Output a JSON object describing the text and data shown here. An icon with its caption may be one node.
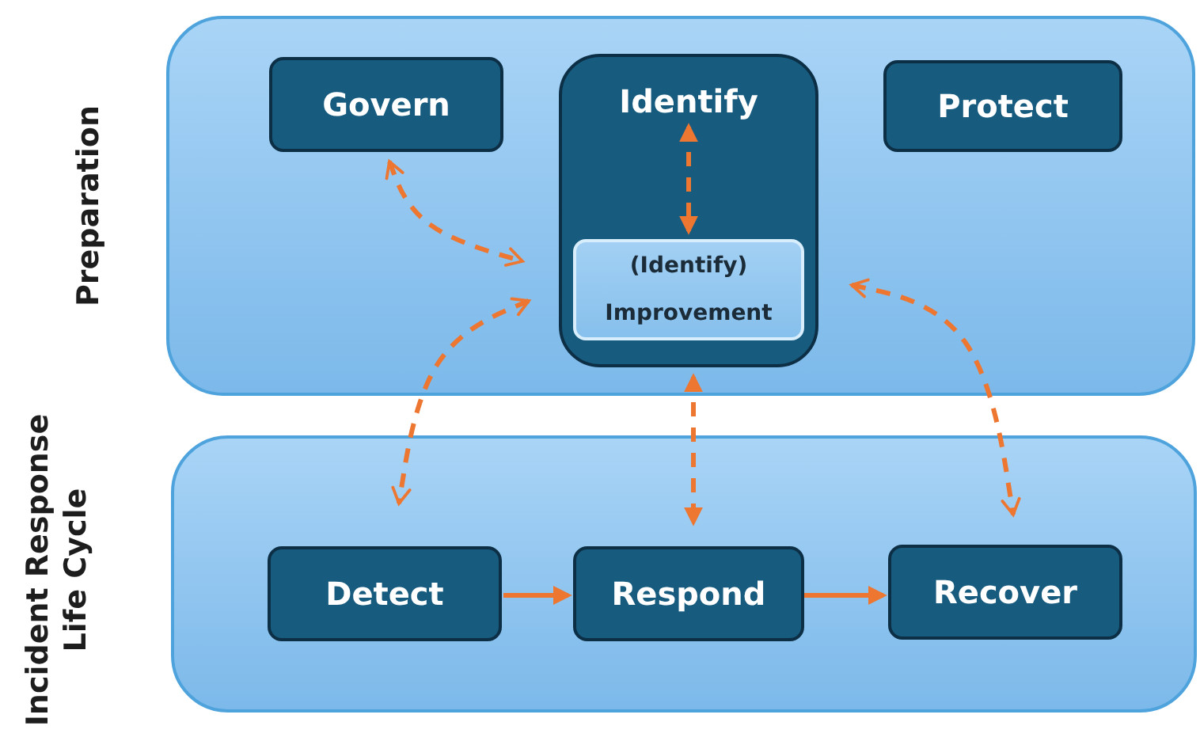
{
  "diagram": {
    "nodes": [
      {
        "text": [
          "Preparation"
        ]
      },
      {
        "text": [
          "Govern"
        ],
        "in": 0
      },
      {
        "text": [
          "Identify"
        ],
        "in": 0
      },
      {
        "text": [
          "(Identify) Improvement"
        ],
        "in": 2
      },
      {
        "text": [
          "Protect"
        ],
        "in": 0
      },
      {
        "text": [
          "Incident Response Life Cycle"
        ]
      },
      {
        "text": [
          "Detect"
        ],
        "in": 5
      },
      {
        "text": [
          "Respond"
        ],
        "in": 5
      },
      {
        "text": [
          "Recover"
        ],
        "in": 5
      }
    ],
    "edges": [
      {
        "from": 2,
        "to": 3,
        "arrow": "both",
        "style": "dashed"
      },
      {
        "from": 1,
        "to": 2,
        "arrow": "both",
        "style": "dashed"
      },
      {
        "from": 2,
        "to": 6,
        "arrow": "both",
        "style": "dashed"
      },
      {
        "from": 2,
        "to": 7,
        "arrow": "both",
        "style": "dashed"
      },
      {
        "from": 2,
        "to": 8,
        "arrow": "both",
        "style": "dashed"
      },
      {
        "from": 6,
        "to": 7,
        "arrow": "to"
      },
      {
        "from": 7,
        "to": 8,
        "arrow": "to"
      }
    ]
  }
}
